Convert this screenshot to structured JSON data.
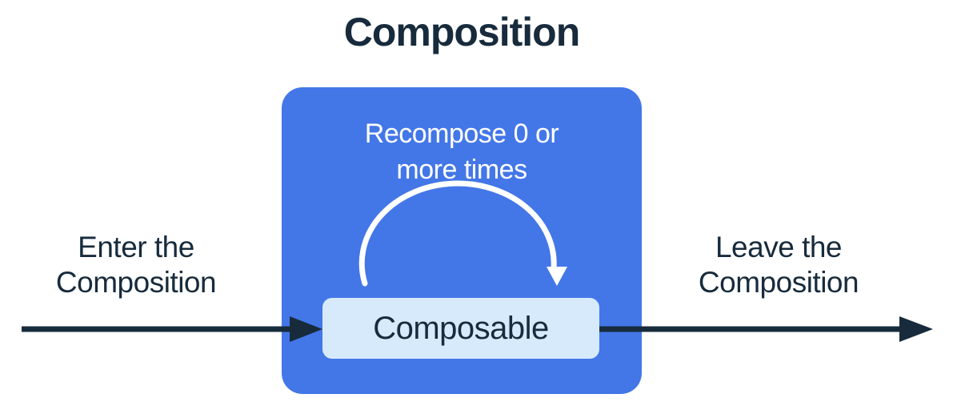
{
  "colors": {
    "primary-blue": "#4377E8",
    "light-blue": "#D6EAFC",
    "ink": "#172B3C",
    "white": "#FFFFFF"
  },
  "diagram": {
    "title": "Composition",
    "enter_label": "Enter the\nComposition",
    "leave_label": "Leave the\nComposition",
    "recompose_label": "Recompose 0 or\nmore times",
    "composable_label": "Composable",
    "icons": {
      "enter_arrow": "arrow-right",
      "leave_arrow": "arrow-right",
      "recompose_loop": "arc-arrow-clockwise-down"
    }
  }
}
